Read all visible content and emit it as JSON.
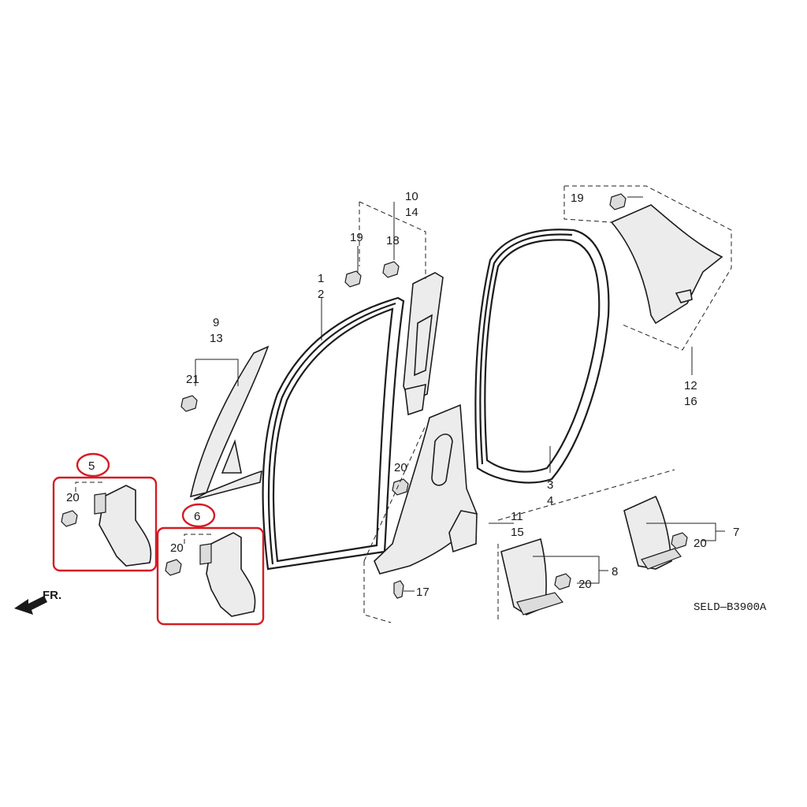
{
  "labels": {
    "l1": "1",
    "l2": "2",
    "l3": "3",
    "l4": "4",
    "l5": "5",
    "l6": "6",
    "l7": "7",
    "l8": "8",
    "l9": "9",
    "l10": "10",
    "l11": "11",
    "l12": "12",
    "l13": "13",
    "l14": "14",
    "l15": "15",
    "l16": "16",
    "l17": "17",
    "l18": "18",
    "l19a": "19",
    "l19b": "19",
    "l20a": "20",
    "l20b": "20",
    "l20c": "20",
    "l20d": "20",
    "l20e": "20",
    "l20f": "20",
    "l21": "21"
  },
  "front_marker": "FR.",
  "diagram_code": "SELD—B3900A",
  "highlight_color": "#d41c24"
}
